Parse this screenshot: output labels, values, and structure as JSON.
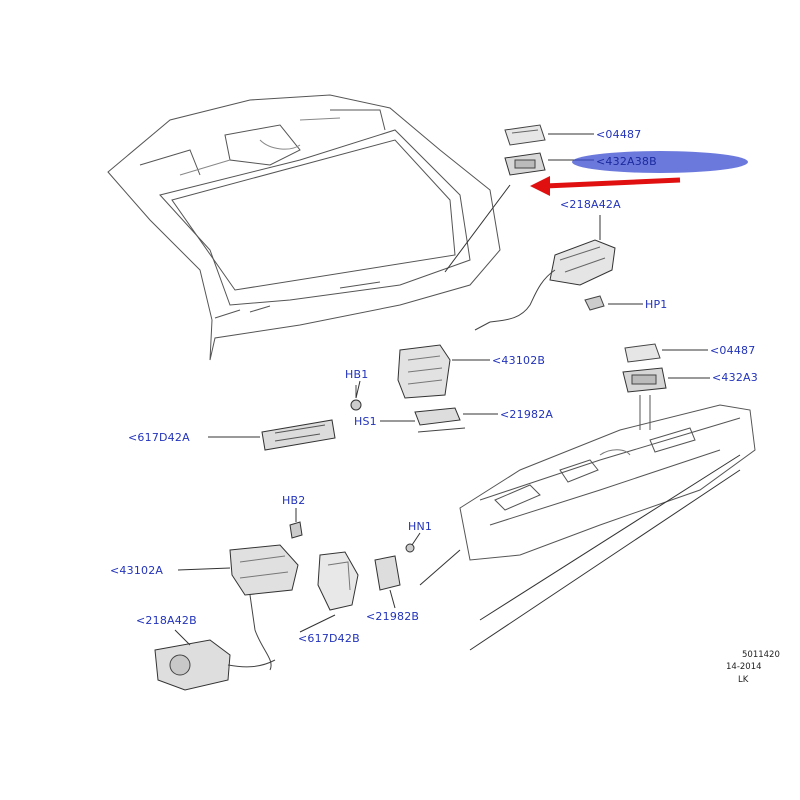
{
  "colors": {
    "label": "#2233bb",
    "line": "#4a4a4a",
    "highlight": "#3a4bd0",
    "arrow": "#e01010"
  },
  "icons": [
    "red-pointer-arrow-icon",
    "blue-highlight-ellipse"
  ],
  "labels": {
    "p04487_top": "<04487",
    "p432a38b": "<432A38B",
    "p218a42a": "<218A42A",
    "hp1": "HP1",
    "p43102b": "<43102B",
    "hb1": "HB1",
    "hs1": "HS1",
    "p21982a": "<21982A",
    "p617d42a": "<617D42A",
    "p04487_right": "<04487",
    "p432a3": "<432A3",
    "hb2": "HB2",
    "hn1": "HN1",
    "p43102a": "<43102A",
    "p21982b": "<21982B",
    "p218a42b": "<218A42B",
    "p617d42b": "<617D42B"
  },
  "reference": {
    "line1": "5011420",
    "line2": "14-2014",
    "line3": "LK"
  }
}
